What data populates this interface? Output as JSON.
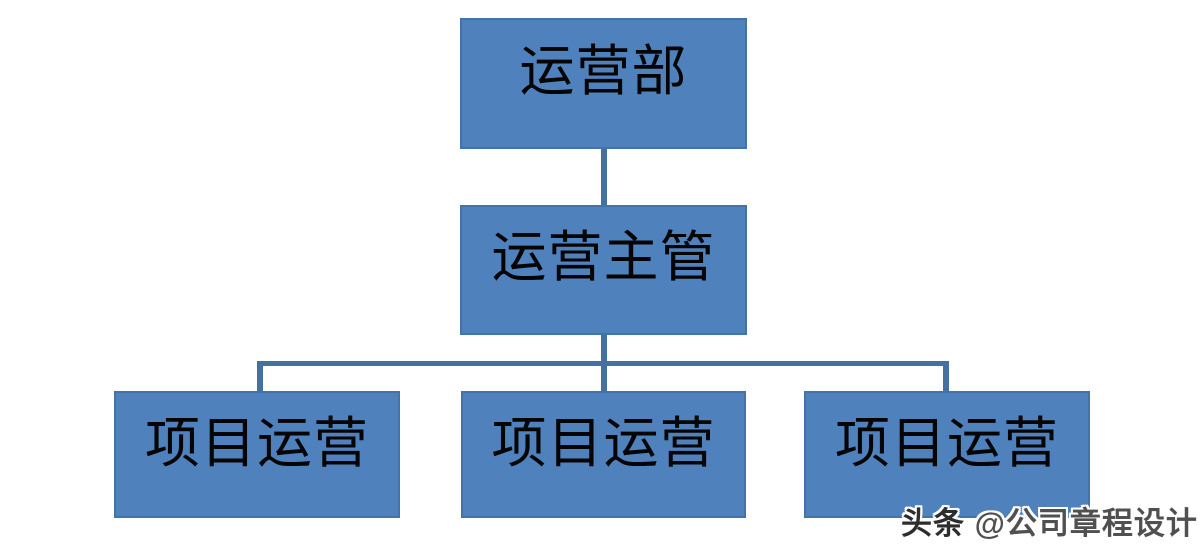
{
  "diagram": {
    "type": "org-chart",
    "root": {
      "id": "operations-dept",
      "label": "运营部"
    },
    "manager": {
      "id": "operations-supervisor",
      "label": "运营主管"
    },
    "children": [
      {
        "id": "project-operations-1",
        "label": "项目运营"
      },
      {
        "id": "project-operations-2",
        "label": "项目运营"
      },
      {
        "id": "project-operations-3",
        "label": "项目运营"
      }
    ]
  },
  "watermark": {
    "brand": "头条",
    "handle": "@公司章程设计"
  },
  "colors": {
    "node_fill": "#4f81bd",
    "node_border": "#4373a7",
    "connector": "#44719f",
    "node_text": "#050505",
    "watermark_brand": "#2d2d2d",
    "watermark_handle": "#505050",
    "background": "#ffffff"
  }
}
